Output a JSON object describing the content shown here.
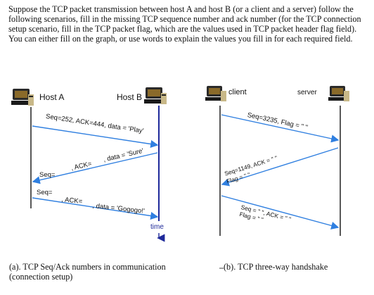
{
  "instructions": "Suppose the TCP packet transmission between host A and host B (or a client and a server) follow the following scenarios, fill in the missing TCP sequence number and ack number (for the TCP connection setup scenario, fill in the TCP packet flag, which are the values used in TCP packet header flag field). You can either fill on the graph, or use words to explain the values you fill in for each required field.",
  "diagram_a": {
    "host_a": "Host A",
    "host_b": "Host B",
    "msg1": "Seq=252, ACK=444, data = 'Play'",
    "msg2_ack": ", ACK=",
    "msg2_data": ", data = 'Sure'",
    "msg2_seq": "Seq=",
    "msg3_seq": "Seq=",
    "msg3_ack": ", ACK=",
    "msg3_data": ", data = 'Gogogo!'",
    "time": "time",
    "caption_line1": "(a). TCP Seq/Ack numbers in communication",
    "caption_line2": "(connection setup)"
  },
  "diagram_b": {
    "client": "client",
    "server": "server",
    "msg1": "Seq=3235, Flag = \"  \"",
    "msg2_line1": "Seq=1149, ACK = \"  \"",
    "msg2_line2": "Flag = \"  \"",
    "msg3_line1": "Seq = \"  \", ACK = \"  \"",
    "msg3_line2": "Flag = \"  \"",
    "caption": "(b). TCP three-way handshake"
  },
  "colors": {
    "arrow": "#2f7fe0",
    "timeline": "#1f2a9a",
    "text": "#111111"
  }
}
